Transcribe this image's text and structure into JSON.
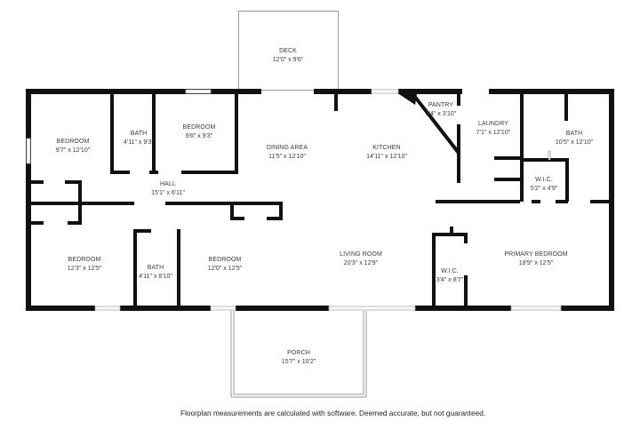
{
  "floorplan": {
    "rooms": [
      {
        "id": "deck",
        "name": "DECK",
        "dims": "12'0\" x 9'6\""
      },
      {
        "id": "bedroom-nw",
        "name": "BEDROOM",
        "dims": "9'7\" x 12'10\""
      },
      {
        "id": "bath-n",
        "name": "BATH",
        "dims": "4'11\" x 9'3\""
      },
      {
        "id": "bedroom-n",
        "name": "BEDROOM",
        "dims": "9'6\" x 9'3\""
      },
      {
        "id": "dining-area",
        "name": "DINING AREA",
        "dims": "11'5\" x 12'10\""
      },
      {
        "id": "kitchen",
        "name": "KITCHEN",
        "dims": "14'11\" x 12'10\""
      },
      {
        "id": "pantry",
        "name": "PANTRY",
        "dims": "3'4\" x 3'10\""
      },
      {
        "id": "laundry",
        "name": "LAUNDRY",
        "dims": "7'1\" x 12'10\""
      },
      {
        "id": "bath-primary",
        "name": "BATH",
        "dims": "10'5\" x 12'10\""
      },
      {
        "id": "wic-primary-bath",
        "name": "W.I.C.",
        "dims": "5'2\" x 4'9\""
      },
      {
        "id": "hall",
        "name": "HALL",
        "dims": "15'1\" x 6'11\""
      },
      {
        "id": "bedroom-sw",
        "name": "BEDROOM",
        "dims": "12'3\" x 12'5\""
      },
      {
        "id": "bath-s",
        "name": "BATH",
        "dims": "4'11\" x 8'10\""
      },
      {
        "id": "bedroom-s",
        "name": "BEDROOM",
        "dims": "12'0\" x 12'5\""
      },
      {
        "id": "living-room",
        "name": "LIVING ROOM",
        "dims": "20'3\" x 12'9\""
      },
      {
        "id": "wic-primary-bedroom",
        "name": "W.I.C.",
        "dims": "3'4\" x 8'7\""
      },
      {
        "id": "primary-bedroom",
        "name": "PRIMARY BEDROOM",
        "dims": "18'9\" x 12'5\""
      },
      {
        "id": "porch",
        "name": "PORCH",
        "dims": "15'7\" x 10'2\""
      }
    ],
    "disclaimer": "Floorplan measurements are calculated with software. Deemed accurate, but not guaranteed.",
    "colors": {
      "wall": "#111111",
      "window": "#bbbbbb",
      "outdoor_outline": "#9a9a9a",
      "label": "#3a3a3a"
    }
  }
}
